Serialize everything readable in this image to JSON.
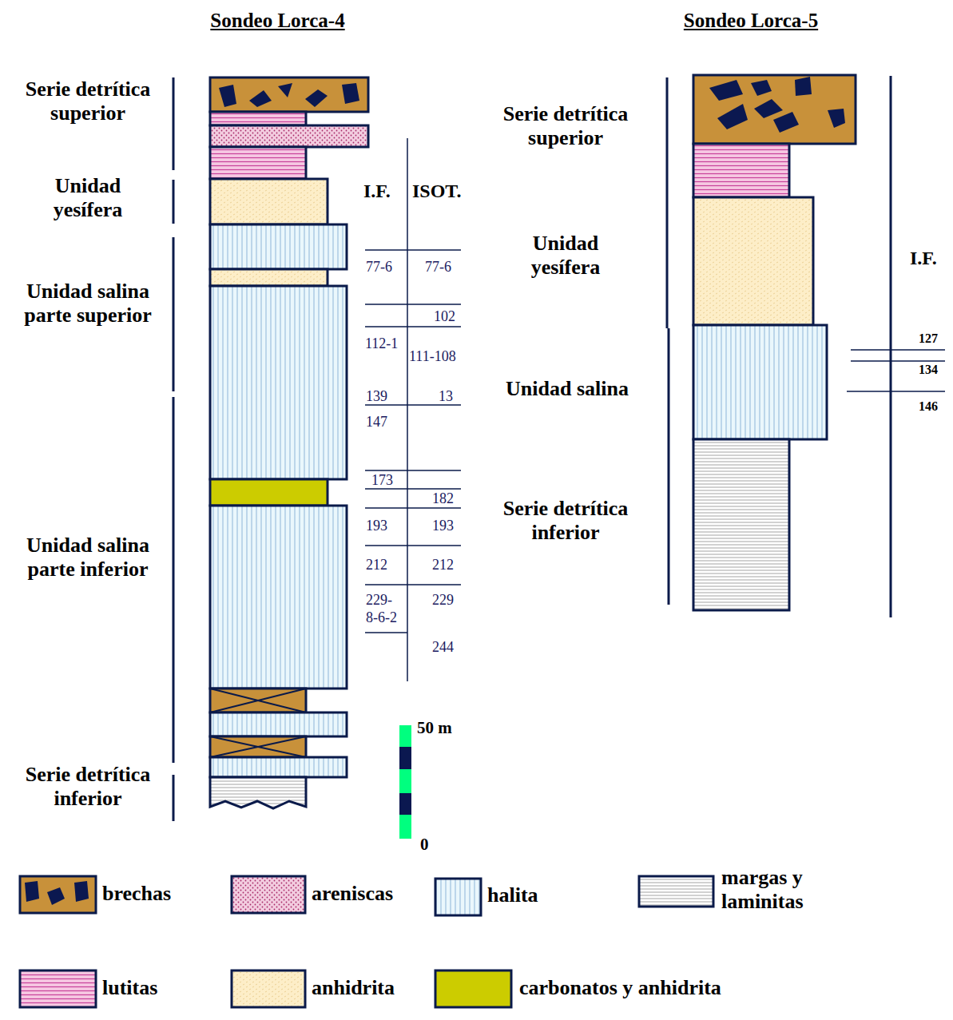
{
  "diagram": {
    "labels": [
      "Sondeo Lorca-4",
      "Sondeo Lorca-5",
      "Serie detrítica superior",
      "Unidad yesífera",
      "Unidad salina parte superior",
      "Unidad salina parte inferior",
      "Serie detrítica inferior",
      "I.F.",
      "ISOT.",
      "77-6",
      "77-6",
      "102",
      "112-1",
      "111-108",
      "139",
      "13",
      "147",
      "173",
      "182",
      "193",
      "193",
      "212",
      "212",
      "229- 8-6-2",
      "229",
      "244",
      "50 m",
      "0",
      "Serie detrítica superior",
      "Unidad yesífera",
      "Unidad salina",
      "Serie detrítica inferior",
      "I.F.",
      "127",
      "134",
      "146"
    ],
    "legend": [
      {
        "text": "brechas"
      },
      {
        "text": "areniscas"
      },
      {
        "text": "halita"
      },
      {
        "text": "margas y laminitas"
      },
      {
        "text": "lutitas"
      },
      {
        "text": "anhidrita"
      },
      {
        "text": "carbonatos y anhidrita",
        "color": "#cccc00"
      }
    ]
  }
}
